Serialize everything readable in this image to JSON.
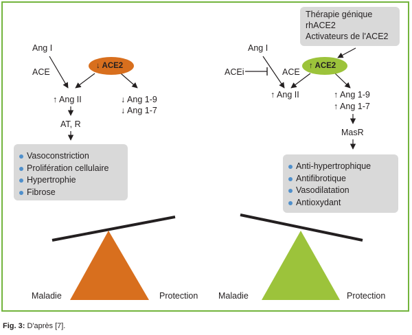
{
  "left": {
    "ang1": "Ang I",
    "ace": "ACE",
    "ace2_label": "ACE2",
    "ace2_arrow": "↓",
    "ang2": "Ang II",
    "ang2_arrow": "↑",
    "ang19": "Ang 1-9",
    "ang17": "Ang 1-7",
    "ang19_arrow": "↓",
    "ang17_arrow": "↓",
    "receptor": "AT, R",
    "effects": [
      "Vasoconstriction",
      "Prolifération cellulaire",
      "Hypertrophie",
      "Fibrose"
    ],
    "balance_left": "Maladie",
    "balance_right": "Protection",
    "color": "#d86f1e"
  },
  "right": {
    "therapy": [
      "Thérapie génique",
      "rhACE2",
      "Activateurs de l'ACE2"
    ],
    "ang1": "Ang I",
    "acei": "ACEi",
    "ace": "ACE",
    "ace2_label": "ACE2",
    "ace2_arrow": "↑",
    "ang2": "Ang II",
    "ang2_arrow": "↑",
    "ang19": "Ang 1-9",
    "ang17": "Ang 1-7",
    "ang19_arrow": "↑",
    "ang17_arrow": "↑",
    "receptor": "MasR",
    "effects": [
      "Anti-hypertrophique",
      "Antifibrotique",
      "Vasodilatation",
      "Antioxydant"
    ],
    "balance_left": "Maladie",
    "balance_right": "Protection",
    "color": "#9cc33b"
  },
  "caption": {
    "label": "Fig. 3:",
    "text": " D'après [7]."
  },
  "colors": {
    "frame": "#72b43c",
    "box": "#d9d9d9",
    "bullet": "#4f8fcb",
    "ink": "#231f20"
  }
}
